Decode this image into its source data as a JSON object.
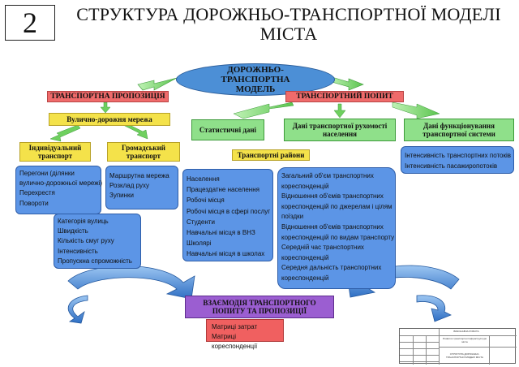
{
  "header": {
    "number": "2",
    "title": "СТРУКТУРА ДОРОЖНЬО-ТРАНСПОРТНОЇ МОДЕЛІ МІСТА"
  },
  "center": {
    "label": "ДОРОЖНЬО-ТРАНСПОРТНА МОДЕЛЬ"
  },
  "supply": {
    "title": "ТРАНСПОРТНА ПРОПОЗИЦІЯ",
    "network": "Вулично-дорожня мережа",
    "individual": "Індивідуальний транспорт",
    "public": "Громадський транспорт",
    "individual_items": [
      "Перегони (ділянки",
      "вулично-дорожньої мережі)",
      "Перехрестя",
      "Повороти"
    ],
    "public_items": [
      "Маршрутна мережа",
      "Розклад руху",
      "Зупинки"
    ],
    "street_items": [
      "Категорія вулиць",
      "Швидкість",
      "Кількість смуг руху",
      "Інтенсивність",
      "Пропускна спроможність"
    ]
  },
  "demand": {
    "title": "ТРАНСПОРТНИЙ ПОПИТ",
    "static": "Статистичні дані",
    "mobility": "Дані транспортної рухомості населення",
    "functioning": "Дані функціонування транспортної системи",
    "districts": "Транспортні райони",
    "district_items": [
      "Населення",
      "Працездатне населення",
      "Робочі місця",
      "Робочі місця в сфері послуг",
      "Студенти",
      "Навчальні місця в ВНЗ",
      "Школярі",
      "Навчальні місця в школах"
    ],
    "mobility_items": [
      "Загальний об'єм транспортних",
      "кореспонденцій",
      "Відношення об'ємів транспортних",
      "кореспонденцій по джерелам і цілям",
      "поїздки",
      "Відношення об'ємів транспортних",
      "кореспонденцій по видам транспорту",
      "Середній час транспортних",
      "кореспонденцій",
      "Середня дальність транспортних",
      "кореспонденцій"
    ],
    "functioning_items": [
      "Інтенсивність транспортних потоків",
      "Інтенсивність пасажиропотоків"
    ]
  },
  "interaction": {
    "title": "ВЗАЄМОДІЯ ТРАНСПОРТНОГО ПОПИТУ ТА ПРОПОЗИЦІЇ",
    "items": [
      "Матриці затрат",
      "Матриці кореспонденції"
    ]
  },
  "stamp": {
    "header": "ВИКОНАВЧА РОБОТА",
    "topic": "Розвиток транспортної інфраструктури міста",
    "sheet_title": "СТРУКТУРА ДОРОЖНЬО-ТРАНСПОРТНОЇ МОДЕЛІ МІСТА"
  },
  "colors": {
    "oval": "#4c8fd6",
    "red": "#ef6b6b",
    "yellow": "#f4e24a",
    "green": "#8fe08a",
    "list": "#5c95e6",
    "purple": "#9b5ed1",
    "arrow_green": "#7ed86f",
    "arrow_blue": "#3c7ed6"
  }
}
